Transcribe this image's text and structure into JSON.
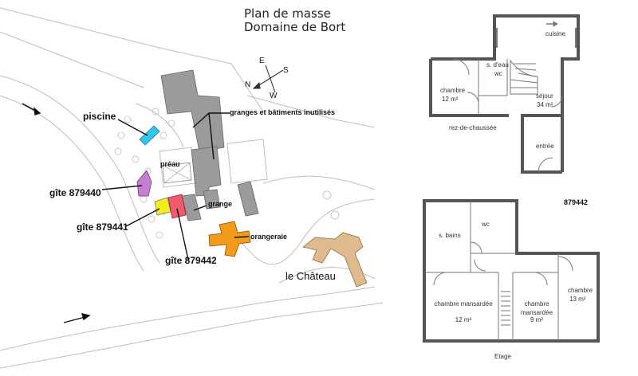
{
  "title": {
    "line1": "Plan de masse",
    "line2": "Domaine de Bort"
  },
  "site_plan": {
    "labels": {
      "piscine": "piscine",
      "granges": "granges et bâtiments inutilisés",
      "preau": "préau",
      "gite_879440": "gîte 879440",
      "gite_879441": "gîte 879441",
      "gite_879442": "gîte 879442",
      "grange": "grange",
      "orangeraie": "orangeraie",
      "chateau": "le Château"
    },
    "compass": {
      "n": "N",
      "e": "E",
      "s": "S",
      "w": "W"
    },
    "colors": {
      "piscine": "#35c6ee",
      "gite_879440": "#c77fd3",
      "gite_879441": "#f1ec1c",
      "gite_879442": "#ef5a6e",
      "orangeraie": "#f39c1b",
      "chateau": "#deba8e",
      "barns": "#9b9b9b"
    }
  },
  "ground_floor": {
    "level_label": "rez-de-chaussée",
    "rooms": {
      "cuisine": "cuisine",
      "chambre": "chambre",
      "chambre_area": "12 m²",
      "sdeau": "s. d'eau",
      "wc": "wc",
      "sejour": "séjour",
      "sejour_area": "34 m²",
      "entree": "entrée"
    }
  },
  "upper_floor": {
    "unit_id": "879442",
    "level_label": "Etage",
    "rooms": {
      "sbains": "s. bains",
      "wc": "wc",
      "chambre_mansardee_1": "chambre mansardée",
      "chambre_mansardee_1_area": "12 m²",
      "chambre_mansardee_2": "chambre mansardée",
      "chambre_mansardee_2_area": "9 m²",
      "chambre": "chambre",
      "chambre_area": "13 m²"
    }
  }
}
